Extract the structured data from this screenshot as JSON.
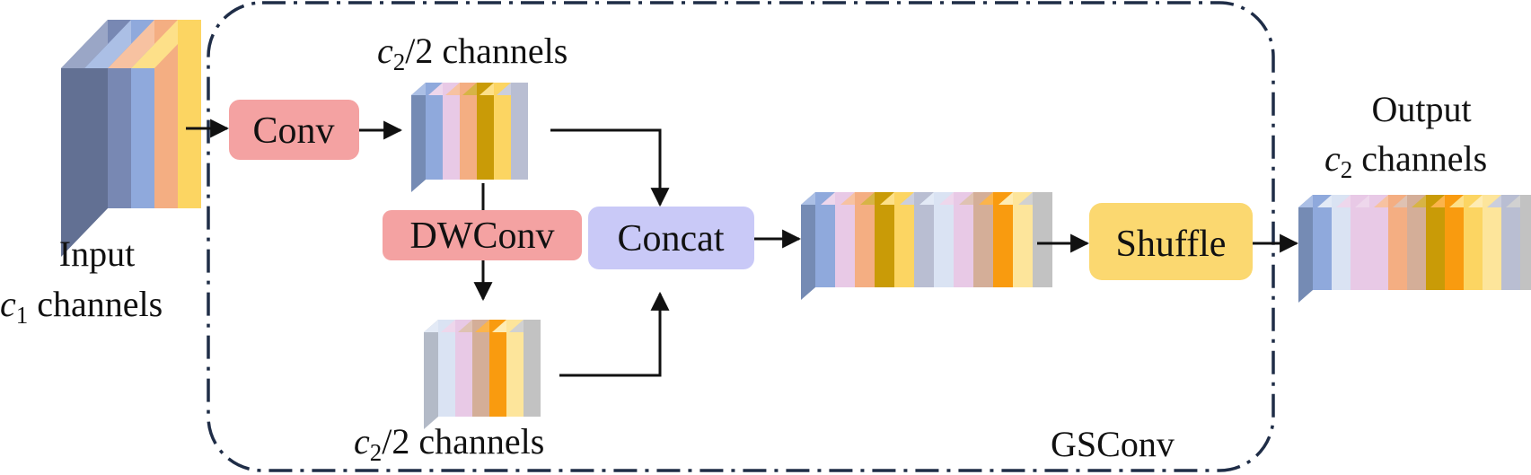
{
  "diagram": {
    "frame_label": "GSConv",
    "input": {
      "line1": "Input",
      "var": "c",
      "sub": "1",
      "rest": " channels"
    },
    "top_branch": {
      "var": "c",
      "sub": "2",
      "rest": "/2 channels"
    },
    "bottom_branch": {
      "var": "c",
      "sub": "2",
      "rest": "/2 channels"
    },
    "output": {
      "line1": "Output",
      "var": "c",
      "sub": "2",
      "rest": " channels"
    },
    "blocks": {
      "conv": "Conv",
      "dwconv": "DWConv",
      "concat": "Concat",
      "shuffle": "Shuffle"
    },
    "colors": {
      "conv_fill": "#f4a2a2",
      "dwconv_fill": "#f4a2a2",
      "concat_fill": "#c9c9f7",
      "shuffle_fill": "#fbd870",
      "frame_stroke": "#1f2d47",
      "arrow": "#111111"
    },
    "stacks": {
      "input": [
        "#7888b3",
        "#8fa9dc",
        "#f4ae82",
        "#fcd562"
      ],
      "top": [
        "#8fa9dc",
        "#e8c9e6",
        "#f4ae82",
        "#c99b07",
        "#fcd562",
        "#b9bed2"
      ],
      "bottom": [
        "#dae3f3",
        "#e8c9e6",
        "#d4ae98",
        "#f99b0f",
        "#fde59b",
        "#c2c2c2"
      ],
      "concat": [
        "#8fa9dc",
        "#e8c9e6",
        "#f4ae82",
        "#c99b07",
        "#fcd562",
        "#b9bed2",
        "#dae3f3",
        "#e8c9e6",
        "#d4ae98",
        "#f99b0f",
        "#fde59b",
        "#c2c2c2"
      ],
      "output": [
        "#8fa9dc",
        "#dae3f3",
        "#e8c9e6",
        "#e8c9e6",
        "#f4ae82",
        "#d4ae98",
        "#c99b07",
        "#f99b0f",
        "#fcd562",
        "#fde59b",
        "#b9bed2",
        "#c2c2c2"
      ]
    }
  }
}
